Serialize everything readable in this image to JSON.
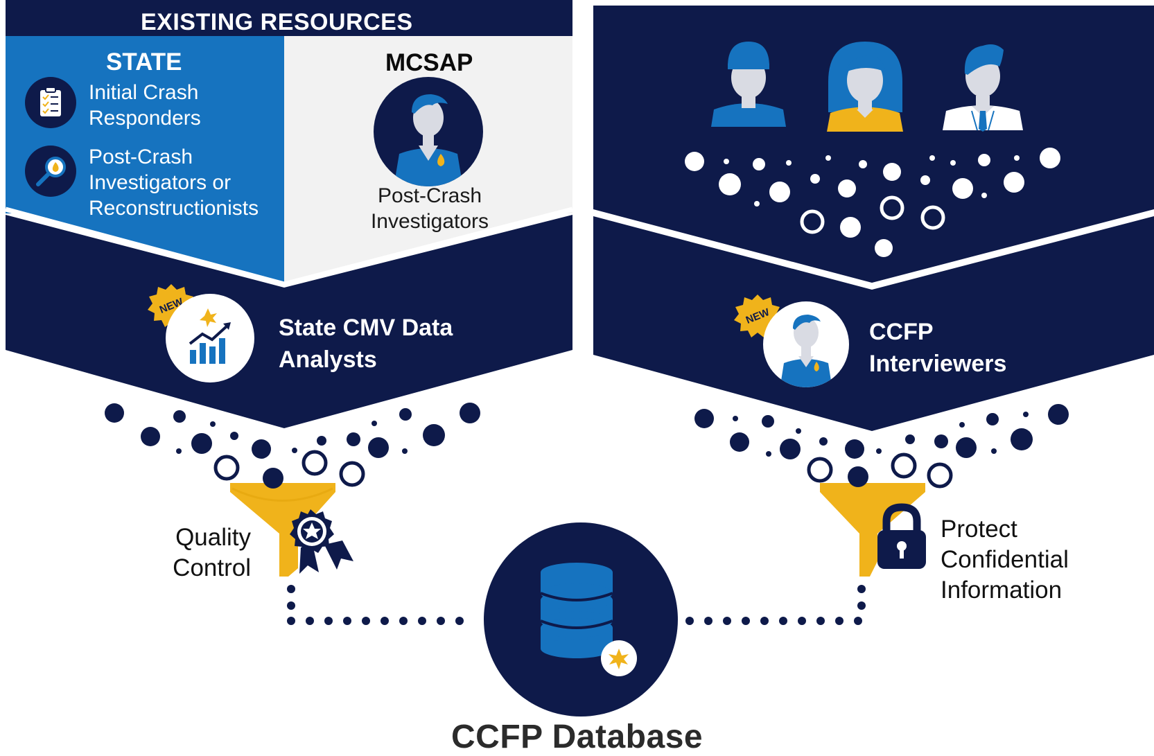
{
  "left": {
    "header": "EXISTING RESOURCES",
    "state": {
      "title": "STATE",
      "items": [
        {
          "icon": "clipboard-checklist-icon",
          "lines": [
            "Initial Crash",
            "Responders"
          ]
        },
        {
          "icon": "magnifier-fire-icon",
          "lines": [
            "Post-Crash",
            "Investigators or",
            "Reconstructionists"
          ]
        }
      ]
    },
    "mcsap": {
      "title": "MCSAP",
      "icon": "investigator-person-icon",
      "lines": [
        "Post-Crash",
        "Investigators"
      ]
    },
    "new_role": {
      "badge": "NEW",
      "icon": "rising-chart-icon",
      "lines": [
        "State CMV Data",
        "Analysts"
      ]
    },
    "filter": {
      "icon": "award-ribbon-icon",
      "lines": [
        "Quality",
        "Control"
      ]
    }
  },
  "right": {
    "people_icons": [
      "driver-cap-person-icon",
      "woman-person-icon",
      "businessman-tie-icon"
    ],
    "new_role": {
      "badge": "NEW",
      "icon": "interviewer-person-icon",
      "lines": [
        "CCFP",
        "Interviewers"
      ]
    },
    "filter": {
      "icon": "padlock-icon",
      "lines": [
        "Protect",
        "Confidential",
        "Information"
      ]
    }
  },
  "database": {
    "label": "CCFP Database",
    "icon": "database-stack-icon"
  },
  "colors": {
    "navy": "#0e1a4a",
    "blue": "#1673bf",
    "gold": "#f0b31b",
    "light_gray": "#f2f2f2",
    "skin": "#d9dbe3"
  }
}
